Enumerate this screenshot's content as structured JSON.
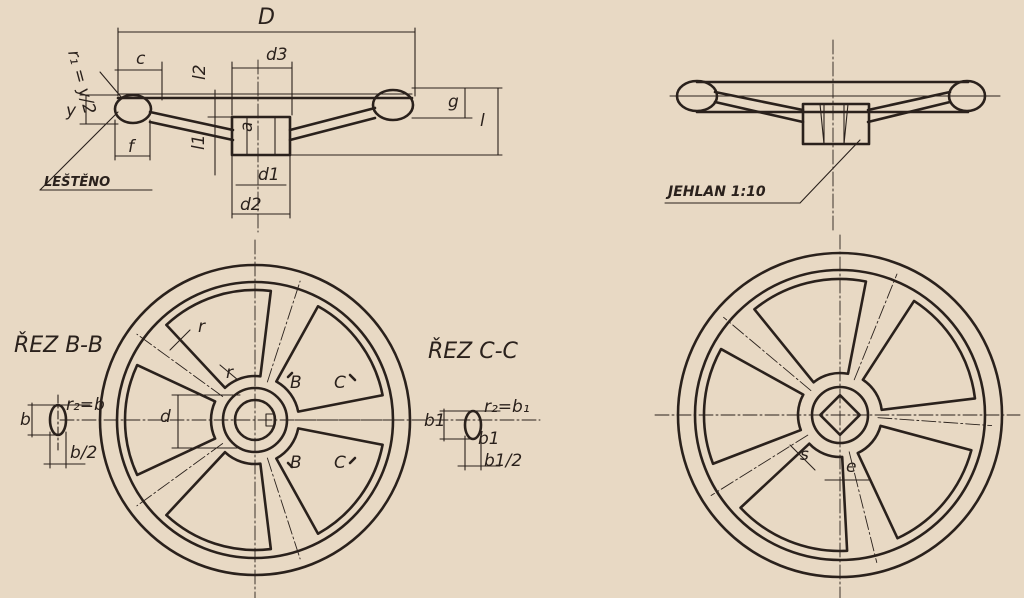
{
  "dims": {
    "D": "D",
    "c": "c",
    "d3": "d3",
    "r1eq": "r₁ = y/2",
    "r1": "r₁",
    "l2": "l2",
    "y": "y",
    "g": "g",
    "l": "l",
    "l1": "l1",
    "a": "a",
    "f": "f",
    "d1": "d1",
    "d2": "d2",
    "r": "r",
    "d": "d",
    "B": "B",
    "C": "C",
    "b": "b",
    "b_half": "b/2",
    "r2b": "r₂=b",
    "b1": "b1",
    "b1_half": "b1/2",
    "r2b1": "r₂=b₁",
    "s": "s",
    "e": "e"
  },
  "captions": {
    "polished": "LEŠTĚNO",
    "taper": "JEHLAN 1:10",
    "section_bb": "ŘEZ B-B",
    "section_cc": "ŘEZ C-C"
  },
  "colors": {
    "paper": "#e8d9c4",
    "ink": "#2a211c"
  }
}
